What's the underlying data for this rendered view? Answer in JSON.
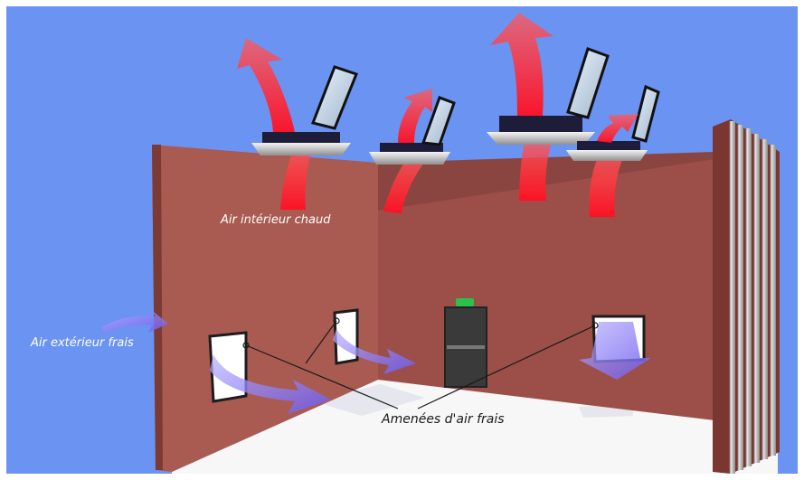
{
  "labels": {
    "warm_indoor_air": "Air intérieur chaud",
    "fresh_outdoor_air": "Air extérieur frais",
    "fresh_air_inlets": "Amenées d'air frais"
  },
  "colors": {
    "sky": "#6b93f2",
    "wall_left": "#a95b52",
    "wall_back": "#9c4f49",
    "floor": "#f7f7f7",
    "hot_arrow": "#ff2a35",
    "cold_arrow": "#7b6cf0"
  },
  "icons": {
    "hot_air": "up-arrow",
    "cold_air": "down-arrow",
    "roof_vent": "smoke-vent",
    "door": "door",
    "exit_sign": "exit-sign"
  }
}
